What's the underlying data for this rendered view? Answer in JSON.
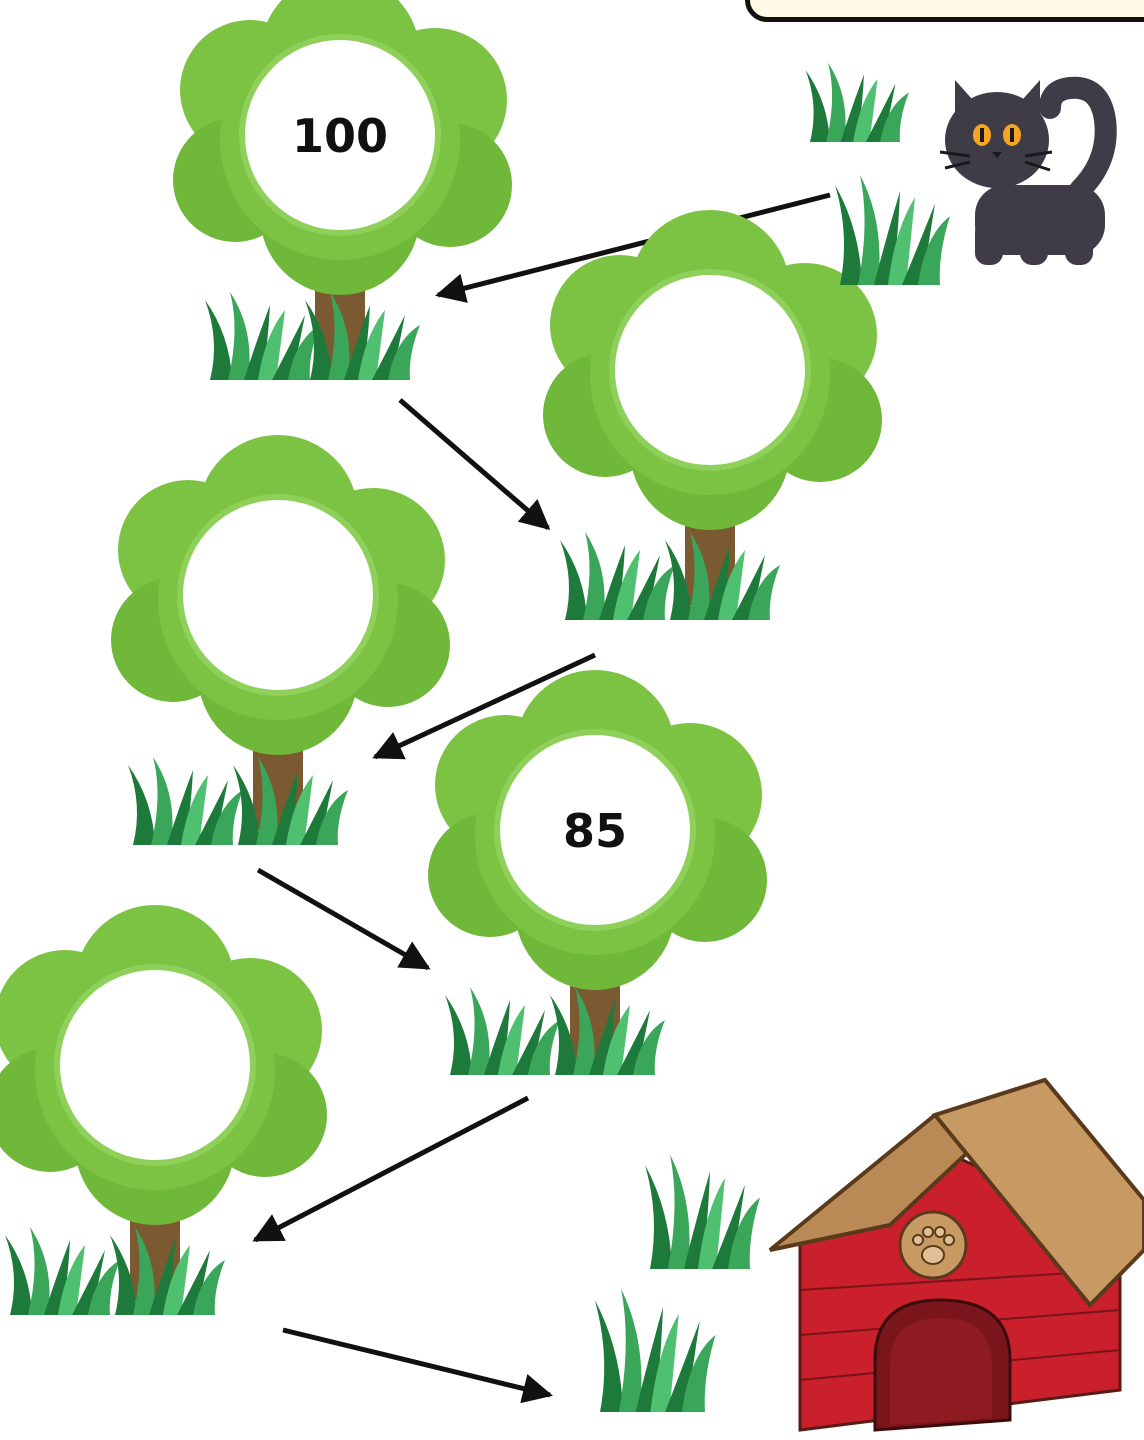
{
  "trees": [
    {
      "id": "tree-1",
      "label": "100"
    },
    {
      "id": "tree-2",
      "label": ""
    },
    {
      "id": "tree-3",
      "label": ""
    },
    {
      "id": "tree-4",
      "label": "85"
    },
    {
      "id": "tree-5",
      "label": ""
    }
  ],
  "icons": {
    "start": "cat-icon",
    "end": "doghouse-icon"
  },
  "colors": {
    "foliage": "#7cc243",
    "foliage_dark": "#5ea533",
    "trunk": "#7b5a32",
    "grass_dark": "#1e7a3a",
    "grass_light": "#4fc06f",
    "cat": "#3f3c48",
    "cat_eyes": "#f5a623",
    "house_wall": "#c9202b",
    "roof": "#b98a55",
    "arrow": "#111111"
  }
}
